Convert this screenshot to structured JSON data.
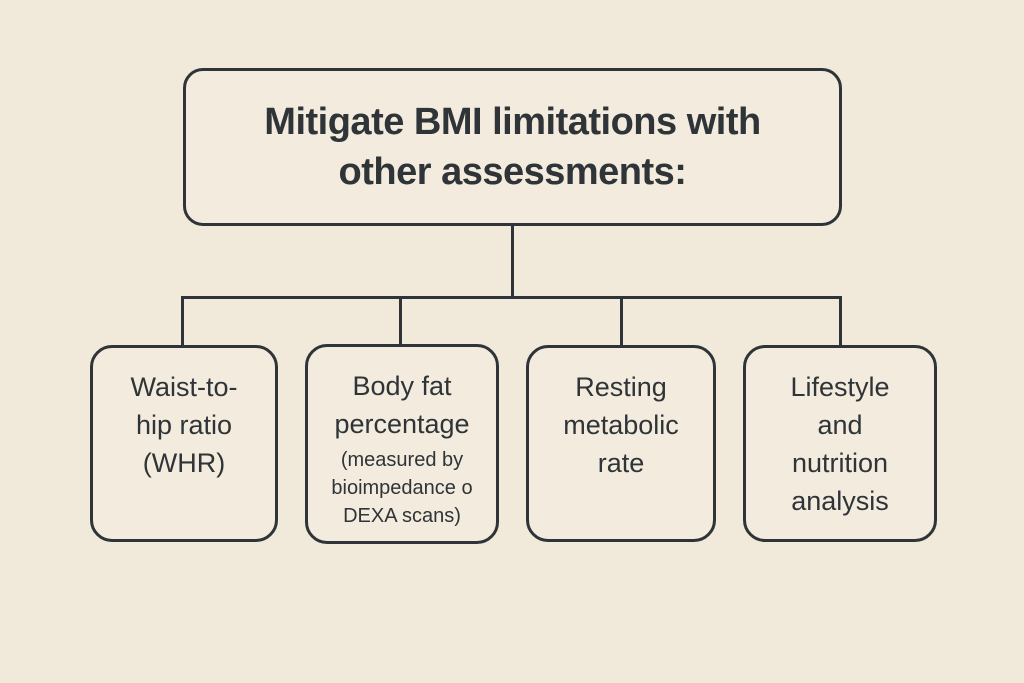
{
  "diagram": {
    "root_label": "Mitigate BMI limitations with\nother assessments:",
    "nodes": [
      {
        "label": "Waist-to-\nhip ratio\n(WHR)",
        "sublabel": ""
      },
      {
        "label": "Body fat\npercentage",
        "sublabel": "(measured by\nbioimpedance o\nDEXA scans)"
      },
      {
        "label": "Resting\nmetabolic\nrate",
        "sublabel": ""
      },
      {
        "label": "Lifestyle\nand\nnutrition\nanalysis",
        "sublabel": ""
      }
    ]
  },
  "colors": {
    "background": "#f1e9da",
    "box_fill": "#f3ebdd",
    "ink": "#2e3437"
  }
}
